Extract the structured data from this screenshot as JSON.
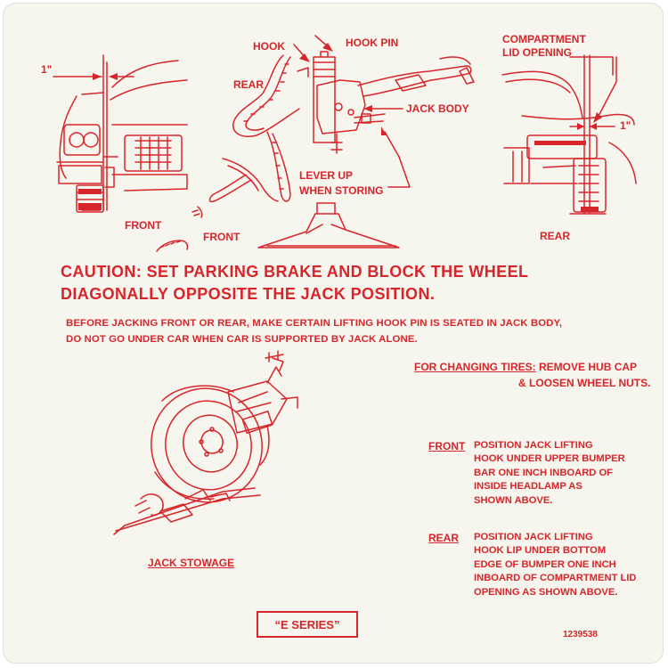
{
  "top_figures": {
    "front_measure": "1\"",
    "front_label": "FRONT",
    "jack_front_label": "FRONT",
    "hook_label": "HOOK",
    "hook_pin_label": "HOOK PIN",
    "rear_label": "REAR",
    "jack_body_label": "JACK BODY",
    "lever_label_line1": "LEVER UP",
    "lever_label_line2": "WHEN STORING",
    "compartment_line1": "COMPARTMENT",
    "compartment_line2": "LID OPENING",
    "rear_measure": "1\"",
    "rear_figure_label": "REAR"
  },
  "caution": {
    "line1": "CAUTION: SET PARKING BRAKE AND BLOCK THE WHEEL",
    "line2": "DIAGONALLY OPPOSITE THE JACK POSITION."
  },
  "warning": {
    "line1": "BEFORE JACKING FRONT OR REAR, MAKE CERTAIN LIFTING HOOK PIN IS SEATED IN JACK BODY,",
    "line2": "DO NOT GO UNDER CAR WHEN CAR IS SUPPORTED BY JACK ALONE."
  },
  "changing_tires": {
    "heading": "FOR CHANGING TIRES:",
    "text_line1": "REMOVE HUB CAP",
    "text_line2": "& LOOSEN WHEEL NUTS."
  },
  "instructions": {
    "front_heading": "FRONT",
    "front_text": "POSITION JACK LIFTING\nHOOK UNDER UPPER BUMPER\nBAR ONE INCH INBOARD OF\nINSIDE HEADLAMP AS\nSHOWN ABOVE.",
    "rear_heading": "REAR",
    "rear_text": "POSITION JACK LIFTING\nHOOK LIP UNDER BOTTOM\nEDGE OF BUMPER ONE INCH\nINBOARD OF COMPARTMENT LID\nOPENING AS SHOWN ABOVE."
  },
  "stowage_label": "JACK STOWAGE",
  "series_label": "“E SERIES”",
  "part_number": "1239538",
  "colors": {
    "ink": "#d7262b",
    "decal_background": "#f6f5ee"
  }
}
